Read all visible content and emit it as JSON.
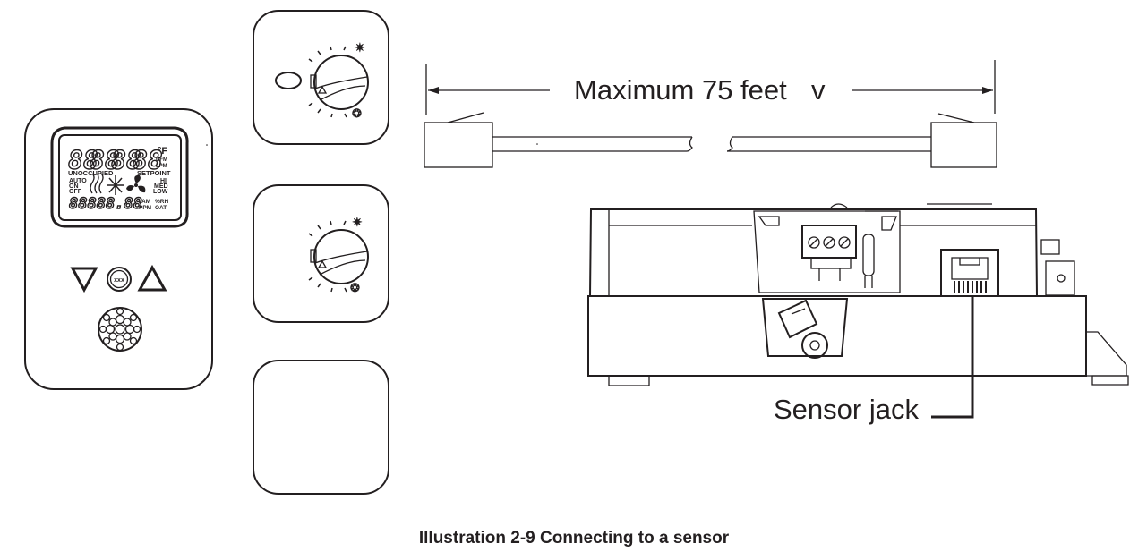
{
  "diagram": {
    "cable_length_label": "Maximum 75 feet",
    "cable_length_suffix": "v",
    "sensor_jack_label": "Sensor jack",
    "caption": "Illustration 2-9 Connecting to a sensor"
  },
  "display_sensor": {
    "lcd_digits": [
      "88",
      "88",
      "88",
      "88"
    ],
    "lcd_degree_unit": "°F",
    "lcd_cfm": "CFM",
    "lcd_lpm": "LPM",
    "lcd_unoccupied": "UNOCCUPIED",
    "lcd_setpoint": "SETPOINT",
    "lcd_auto": "AUTO",
    "lcd_on": "ON",
    "lcd_off": "OFF",
    "lcd_hi": "HI",
    "lcd_med": "MED",
    "lcd_low": "LOW",
    "lcd_am": "AM",
    "lcd_pm": "PM",
    "lcd_pm_ppm": "PPM",
    "lcd_rh": "%RH",
    "lcd_oat": "OAT",
    "lcd_bottom_digits": "88888.88",
    "center_button_label": "xxx"
  },
  "colors": {
    "ink": "#231f20",
    "background": "#ffffff"
  }
}
